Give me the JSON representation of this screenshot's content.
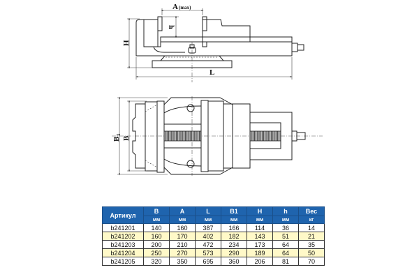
{
  "drawing": {
    "side_view": {
      "dim_a": "A",
      "dim_a_note": "(max)",
      "dim_h": "h",
      "dim_H": "H",
      "dim_L": "L"
    },
    "top_view": {
      "dim_B1": "B",
      "dim_B1_sub": "1",
      "dim_B": "B"
    }
  },
  "table": {
    "headers": [
      "Артикул",
      "B",
      "A",
      "L",
      "B1",
      "H",
      "h",
      "Вес"
    ],
    "units": [
      "мм",
      "мм",
      "мм",
      "мм",
      "мм",
      "мм",
      "кг"
    ],
    "rows": [
      [
        "b241201",
        "140",
        "160",
        "387",
        "166",
        "114",
        "36",
        "14"
      ],
      [
        "b241202",
        "160",
        "170",
        "402",
        "182",
        "143",
        "51",
        "21"
      ],
      [
        "b241203",
        "200",
        "210",
        "472",
        "234",
        "173",
        "64",
        "35"
      ],
      [
        "b241204",
        "250",
        "270",
        "573",
        "290",
        "189",
        "64",
        "50"
      ],
      [
        "b241205",
        "320",
        "350",
        "695",
        "360",
        "206",
        "81",
        "70"
      ]
    ],
    "colors": {
      "header": "#1f64ae",
      "alt_row": "#fff9c8"
    }
  }
}
